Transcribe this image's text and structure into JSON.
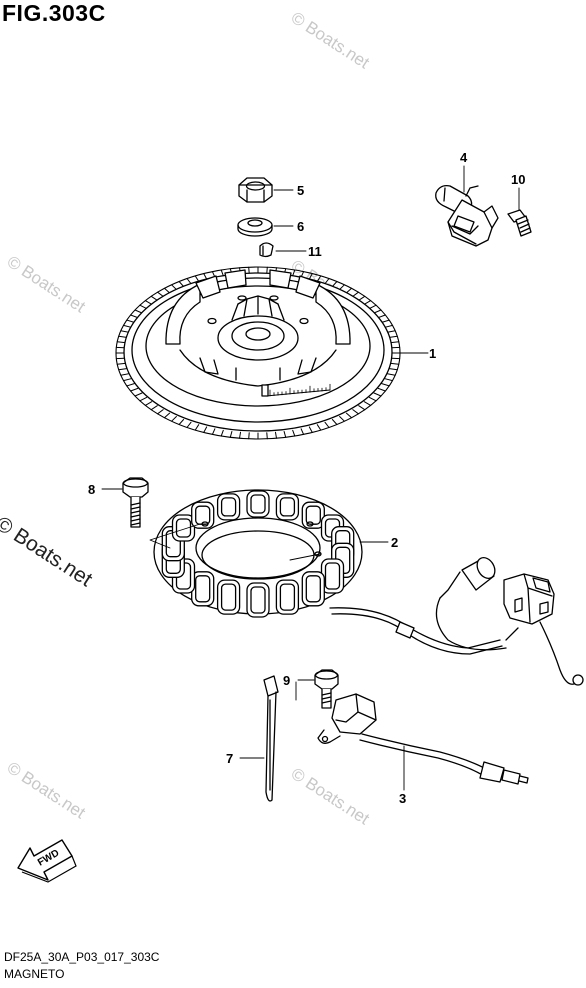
{
  "figure": {
    "title": "FIG.303C",
    "drawing_code": "DF25A_30A_P03_017_303C",
    "section_name": "MAGNETO"
  },
  "watermark": {
    "text": "© Boats.net"
  },
  "fwd_arrow": {
    "label": "FWD"
  },
  "callouts": [
    {
      "id": "1",
      "part": "flywheel"
    },
    {
      "id": "2",
      "part": "stator"
    },
    {
      "id": "3",
      "part": "pulser-coil"
    },
    {
      "id": "4",
      "part": "sensor"
    },
    {
      "id": "5",
      "part": "nut"
    },
    {
      "id": "6",
      "part": "washer"
    },
    {
      "id": "7",
      "part": "cable-tie"
    },
    {
      "id": "8",
      "part": "bolt"
    },
    {
      "id": "9",
      "part": "bolt"
    },
    {
      "id": "10",
      "part": "bolt"
    },
    {
      "id": "11",
      "part": "key"
    }
  ],
  "colors": {
    "line": "#000000",
    "watermark": "#c8c8c8"
  }
}
